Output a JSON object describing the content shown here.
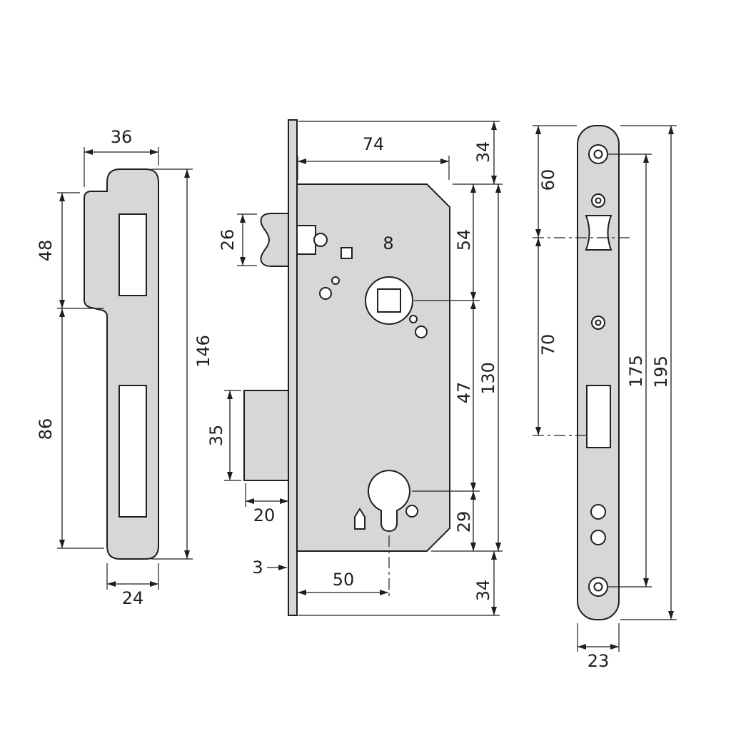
{
  "drawing": {
    "background": "#ffffff",
    "line_color": "#1f1f1f",
    "metal_fill": "#d7d7d7"
  },
  "strike_plate_view": {
    "width_top": "36",
    "upper_height": "48",
    "lower_height": "86",
    "total_height": "146",
    "width_bottom": "24"
  },
  "lock_body_view": {
    "case_width": "74",
    "top_margin": "34",
    "latch_height": "26",
    "spindle_square": "8",
    "top_to_follower": "54",
    "follower_to_cylinder": "47",
    "case_height": "130",
    "cylinder_to_bottom": "29",
    "bolt_height": "35",
    "bolt_throw": "20",
    "faceplate_thickness": "3",
    "backset": "50",
    "bottom_margin": "34"
  },
  "face_plate_view": {
    "top_to_latch": "60",
    "latch_to_bolt": "70",
    "screw_spacing": "175",
    "plate_length": "195",
    "plate_width": "23"
  }
}
